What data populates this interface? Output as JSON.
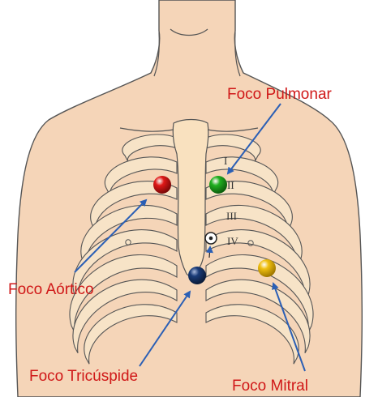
{
  "colors": {
    "skin": "#f5d5b8",
    "skin_shade": "#e9bfa0",
    "outline": "#555555",
    "ribs_fill": "#f7e3c7",
    "sternum_fill": "#f9e1bf",
    "label_text": "#d01818",
    "arrow": "#2b5fb5"
  },
  "rib_numbers": [
    "I",
    "II",
    "III",
    "IV"
  ],
  "foci": [
    {
      "id": "pulmonar",
      "label": "Foco Pulmonar",
      "color": "#20b020"
    },
    {
      "id": "aortico",
      "label": "Foco Aórtico",
      "color": "#e01818"
    },
    {
      "id": "tricuspide",
      "label": "Foco Tricúspide",
      "color": "#1a3c78"
    },
    {
      "id": "mitral",
      "label": "Foco Mitral",
      "color": "#f0c010"
    }
  ],
  "icons": {
    "xiphoid_marker": "circle-dot-icon",
    "nipple_markers": "small-circle-icon"
  }
}
